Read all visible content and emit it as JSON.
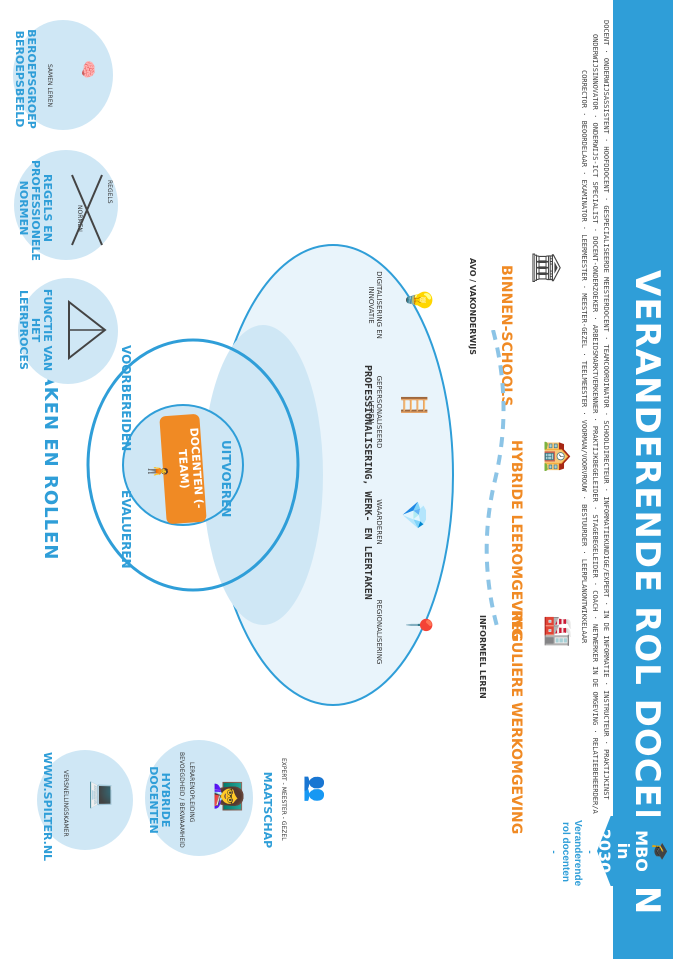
{
  "header": {
    "title": "VERANDERENDE ROL DOCENTEN",
    "roles_line1": "DOCENT · ONDERWIJSASSISTENT · HOOFDDOCENT · GESPECIALISEERDE MEESTERDOCENT · TEAMCOÖRDINATOR · SCHOOLDIRECTEUR · INFORMATIEKUNDIGE/EXPERT · IN DE INFORMATIE · INSTRUCTEUR · PRAKTIJKINSTRUCTEUR · HYBRIDE DOCENT · PRACTOR",
    "roles_line2": "ONDERWIJSINNOVATOR · ONDERWIJS-ICT SPECIALIST · DOCENT-ONDERZOEKER · ARBEIDSMARKTVERKENNER · PRAKTIJKBEGELEIDER · STAGEBEGELEIDER · COACH · NETWERKER IN DE OMGEVING · RELATIEBEHEERDER/ACCOUNTMANAGER · LEERGEBIEDCOÖRDINATOR",
    "roles_line3": "CORRECTOR · BEOORDELAAR · EXAMINATOR · LEERMEESTER · MEESTER-GEZEL · TEELMEESTER · VOORMAN/VOORVROUW · BESTUURDER · LEERPLANONTWIKKELAAR"
  },
  "logo": {
    "line1": "MBO",
    "line2": "in 2030",
    "subtitle": "- Veranderende rol docenten -"
  },
  "left_bubbles": [
    {
      "label": "BEROEPSGROEP BEROEPSBEELD",
      "caption": "SAMEN LEREN"
    },
    {
      "label": "REGELS EN PROFESSIONELE NORMEN",
      "caption1": "REGELS",
      "caption2": "NORMEN"
    },
    {
      "label": "FUNCTIE VAN HET LEERPROCES"
    }
  ],
  "environments": [
    {
      "title": "BINNEN-SCHOOLS",
      "subtitle": "AVO / VAKONDERWIJS"
    },
    {
      "title": "HYBRIDE LEEROMGEVING",
      "subtitle": ""
    },
    {
      "title": "REGULIERE WERKOMGEVING",
      "subtitle": "INFORMEEL LEREN"
    }
  ],
  "professionalisering": "PROFESSIONALISERING, WERK- EN LEERTAKEN",
  "tasks": [
    {
      "label": "DIGITALISERING EN INNOVATIE"
    },
    {
      "label": "GEPERSONALISEERD LEREN"
    },
    {
      "label": "WAARDEREN"
    },
    {
      "label": "REGIONALISERING"
    }
  ],
  "cycle": {
    "center": "DOCENTEN (-TEAM)",
    "top": "UITVOEREN",
    "left": "VOORBEREIDEN",
    "right": "EVALUEREN",
    "bottom": "TAKEN EN ROLLEN"
  },
  "right_bubbles": [
    {
      "label": "WWW.SPILTER.NL",
      "caption": "VERSNELLINGSKAMER"
    },
    {
      "label": "HYBRIDE DOCENTEN",
      "caption1": "BEVOEGDHEID / BEKWAAMHEID",
      "caption2": "LERARENOPLEIDING"
    },
    {
      "label": "MAATSCHAP",
      "caption": "EXPERT - MEESTER - GEZEL"
    }
  ],
  "colors": {
    "accent": "#2f9ed8",
    "orange": "#f08a24",
    "cloud": "#cfe7f5"
  }
}
